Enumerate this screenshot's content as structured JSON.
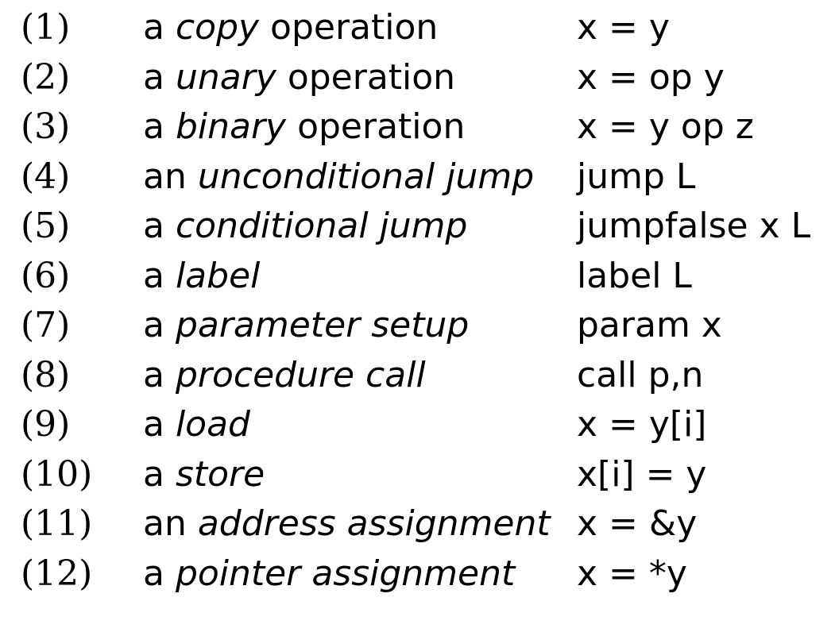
{
  "rows": [
    {
      "number": "(1)",
      "prefix": "a ",
      "term": "copy",
      "suffix": " operation",
      "code": "x = y"
    },
    {
      "number": "(2)",
      "prefix": "a ",
      "term": "unary",
      "suffix": " operation",
      "code": "x = op y"
    },
    {
      "number": "(3)",
      "prefix": "a ",
      "term": "binary",
      "suffix": " operation",
      "code": "x = y op z"
    },
    {
      "number": "(4)",
      "prefix": "an ",
      "term": "unconditional jump",
      "suffix": "",
      "code": "jump L"
    },
    {
      "number": "(5)",
      "prefix": "a ",
      "term": "conditional jump",
      "suffix": "",
      "code": "jumpfalse x L"
    },
    {
      "number": "(6)",
      "prefix": "a ",
      "term": "label",
      "suffix": "",
      "code": "label L"
    },
    {
      "number": "(7)",
      "prefix": "a ",
      "term": "parameter setup",
      "suffix": "",
      "code": "param x"
    },
    {
      "number": "(8)",
      "prefix": "a ",
      "term": "procedure call",
      "suffix": "",
      "code": "call p,n"
    },
    {
      "number": "(9)",
      "prefix": "a ",
      "term": "load",
      "suffix": "",
      "code": "x = y[i]"
    },
    {
      "number": "(10)",
      "prefix": "a ",
      "term": "store",
      "suffix": "",
      "code": "x[i] = y"
    },
    {
      "number": "(11)",
      "prefix": "an ",
      "term": "address assignment",
      "suffix": "",
      "code": "x = &y"
    },
    {
      "number": "(12)",
      "prefix": "a ",
      "term": "pointer assignment",
      "suffix": "",
      "code": "x = *y"
    }
  ]
}
